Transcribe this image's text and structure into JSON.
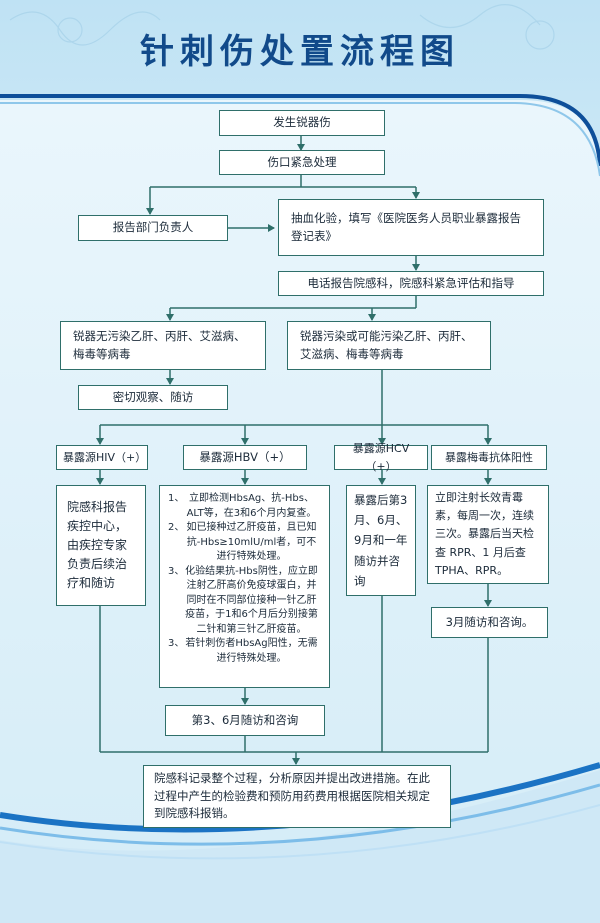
{
  "title": "针刺伤处置流程图",
  "steps": {
    "injury": "发生锐器伤",
    "emergency": "伤口紧急处理",
    "report_dept": "报告部门负责人",
    "blood_test": "抽血化验，填写《医院医务人员职业暴露报告登记表》",
    "phone_report": "电话报告院感科，院感科紧急评估和指导",
    "not_contaminated": "锐器无污染乙肝、丙肝、艾滋病、梅毒等病毒",
    "contaminated": "锐器污染或可能污染乙肝、丙肝、艾滋病、梅毒等病毒",
    "observe": "密切观察、随访"
  },
  "branches": {
    "hiv": {
      "label": "暴露源HIV（+）",
      "detail": "院感科报告疾控中心，由疾控专家负责后续治疗和随访"
    },
    "hbv": {
      "label": "暴露源HBV（+）",
      "items": [
        {
          "num": "1、",
          "text": "立即检测HbsAg、抗-Hbs、ALT等，在3和6个月内复查。"
        },
        {
          "num": "2、",
          "text": "如已接种过乙肝疫苗，且已知抗-Hbs≥10mlU/ml者，可不进行特殊处理。"
        },
        {
          "num": "3、",
          "text": "化验结果抗-Hbs阴性，应立即注射乙肝高价免疫球蛋白，并同时在不同部位接种一针乙肝疫苗，于1和6个月后分别接第二针和第三针乙肝疫苗。"
        },
        {
          "num": "3、",
          "text": "若针刺伤者HbsAg阳性，无需进行特殊处理。"
        }
      ],
      "followup": "第3、6月随访和咨询"
    },
    "hcv": {
      "label": "暴露源HCV（+）",
      "detail": "暴露后第3月、6月、9月和一年随访并咨询"
    },
    "syphilis": {
      "label": "暴露梅毒抗体阳性",
      "detail": "立即注射长效青霉素，每周一次，连续三次。暴露后当天检查 RPR、1 月后查TPHA、RPR。",
      "followup": "3月随访和咨询。"
    }
  },
  "final": "院感科记录整个过程，分析原因并提出改进措施。在此过程中产生的检验费和预防用药费用根据医院相关规定到院感科报销。",
  "colors": {
    "title": "#114a8a",
    "line": "#2f6f6a",
    "accent_blue": "#1a5fb4"
  }
}
